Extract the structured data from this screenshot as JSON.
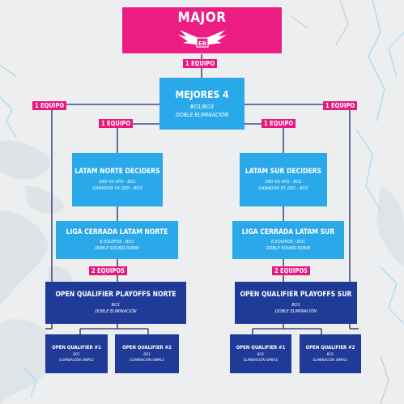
{
  "major": {
    "title": "MAJOR",
    "logo_text": "EB"
  },
  "tags": {
    "top": "1 EQUIPO",
    "left_outer": "1 EQUIPO",
    "right_outer": "1 EQUIPO",
    "left_inner": "1 EQUIPO",
    "right_inner": "1 EQUIPO",
    "left_lower": "2 EQUIPOS",
    "right_lower": "2 EQUIPOS"
  },
  "mejores": {
    "title": "MEJORES 4",
    "line1": "BO1/BO3",
    "line2": "DOBLE ELIMINACIÓN"
  },
  "norte_deciders": {
    "title": "LATAM NORTE DECIDERS",
    "line1": "3RO VS 4TO - BO1",
    "line2": "GANADOR VS 2DO - BO3"
  },
  "sur_deciders": {
    "title": "LATAM SUR DECIDERS",
    "line1": "3RO VS 4TO - BO1",
    "line2": "GANADOR VS 2DO - BO3"
  },
  "liga_norte": {
    "title": "LIGA CERRADA LATAM NORTE",
    "line1": "6 EQUIPOS - BO1",
    "line2": "DOBLE ROUND ROBIN"
  },
  "liga_sur": {
    "title": "LIGA CERRADA LATAM SUR",
    "line1": "6 EQUIPOS - BO1",
    "line2": "DOBLE ROUND ROBIN"
  },
  "playoffs_norte": {
    "title": "OPEN QUALIFIER PLAYOFFS NORTE",
    "line1": "BO1",
    "line2": "DOBLE ELIMINACIÓN"
  },
  "playoffs_sur": {
    "title": "OPEN QUALIFIER PLAYOFFS SUR",
    "line1": "BO1",
    "line2": "DOBLE ELIMINACIÓN"
  },
  "qualifiers": [
    {
      "title": "OPEN QUALIFIER #1",
      "line1": "BO1",
      "line2": "ELIMINACIÓN SIMPLE"
    },
    {
      "title": "OPEN QUALIFIER #2",
      "line1": "BO1",
      "line2": "ELIMINACIÓN SIMPLE"
    },
    {
      "title": "OPEN QUALIFIER #1",
      "line1": "BO1",
      "line2": "ELIMINACIÓN SIMPLE"
    },
    {
      "title": "OPEN QUALIFIER #2",
      "line1": "BO1",
      "line2": "ELIMINACIÓN SIMPLE"
    }
  ],
  "colors": {
    "pink": "#ec1d82",
    "light_blue": "#2aa9ea",
    "dark_blue": "#1f3a97",
    "connector": "#1a2c6e"
  }
}
